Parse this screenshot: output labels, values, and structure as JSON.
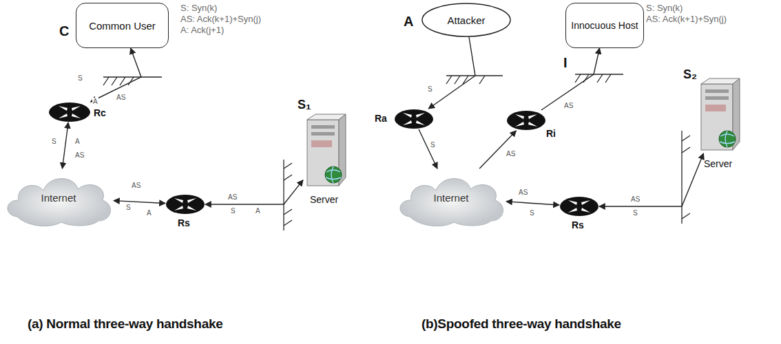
{
  "diagram": {
    "nodes": [
      {
        "text": [
          "Common User"
        ]
      },
      {
        "text": [
          "Rc"
        ]
      },
      {
        "text": [
          "Internet"
        ]
      },
      {
        "text": [
          "Rs"
        ]
      },
      {
        "text": [
          "S₁",
          "Server"
        ]
      },
      {
        "text": [
          "Attacker"
        ]
      },
      {
        "text": [
          "Innocuous Host"
        ]
      },
      {
        "text": [
          "Ra"
        ]
      },
      {
        "text": [
          "Ri"
        ]
      },
      {
        "text": [
          "Internet"
        ]
      },
      {
        "text": [
          "Rs"
        ]
      },
      {
        "text": [
          "S₂",
          "Server"
        ]
      }
    ],
    "edges": [
      {
        "from": 0,
        "to": 1,
        "arrow": "both"
      },
      {
        "from": 1,
        "to": 2,
        "arrow": "both"
      },
      {
        "from": 2,
        "to": 3,
        "arrow": "both"
      },
      {
        "from": 3,
        "to": 4,
        "arrow": "both"
      },
      {
        "from": 5,
        "to": 7,
        "arrow": "to"
      },
      {
        "from": 7,
        "to": 9,
        "arrow": "to"
      },
      {
        "from": 9,
        "to": 8,
        "arrow": "to"
      },
      {
        "from": 8,
        "to": 6,
        "arrow": "to"
      },
      {
        "from": 9,
        "to": 10,
        "arrow": "both"
      },
      {
        "from": 10,
        "to": 11,
        "arrow": "both"
      }
    ],
    "labels": [
      "C",
      "S: Syn(k)",
      "AS: Ack(k+1)+Syn(j)",
      "A: Ack(j+1)",
      "S",
      "A",
      "AS",
      "S",
      "A",
      "AS",
      "AS",
      "S",
      "A",
      "AS",
      "S",
      "A",
      "(a) Normal three-way handshake",
      "A",
      "I",
      "S: Syn(k)",
      "AS: Ack(k+1)+Syn(j)",
      "S",
      "S",
      "AS",
      "AS",
      "AS",
      "S",
      "AS",
      "S",
      "(b)Spoofed three-way handshake"
    ]
  }
}
